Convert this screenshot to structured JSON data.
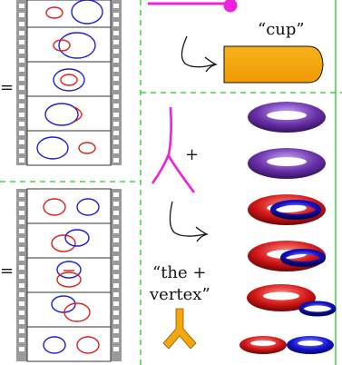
{
  "labels": {
    "cup": "“cup”",
    "plus": "+",
    "equals_top": "=",
    "equals_bottom": "=",
    "vertex_line1": "“the +",
    "vertex_line2": "vertex”"
  },
  "colors": {
    "red": "#e02020",
    "blue": "#1f1fd8",
    "magenta": "#ee22dd",
    "orange": "#f5a60a",
    "green_dash": "#22cc22",
    "film_gray": "#9a9a9a",
    "torus_purple": "#7a3fb0",
    "torus_red": "#d41818",
    "torus_blue": "#1414d0"
  },
  "icons": {
    "film_strip": "film-strip-icon",
    "arrow": "hook-arrow-icon",
    "cup": "cup-shape-icon",
    "vertex": "y-vertex-icon",
    "torus": "torus-icon"
  }
}
